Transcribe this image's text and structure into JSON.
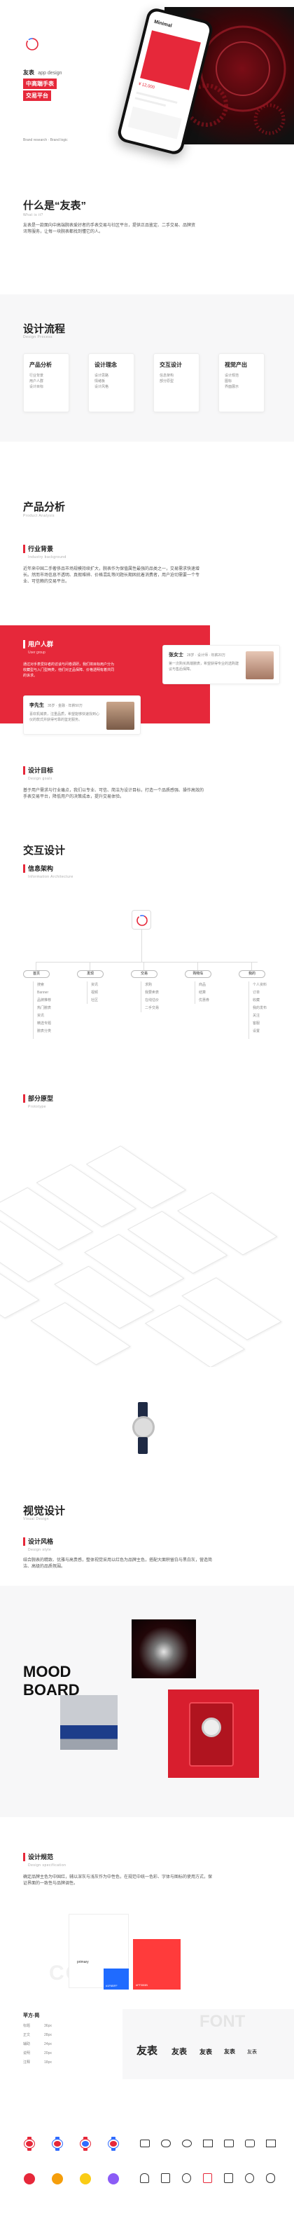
{
  "hero": {
    "title": "友表",
    "title_en": "app design",
    "tag1": "中高端手表",
    "tag2": "交易平台",
    "caption": "Brand research · Brand logic",
    "phone_title": "Minimal",
    "phone_price": "¥ 12,000"
  },
  "what": {
    "title": "什么是“友表”",
    "sub": "What is it?",
    "desc": "友表是一款面向中高端腕表爱好者的手表交易与社区平台，提供正品鉴定、二手交易、品牌资讯等服务，让每一块腕表都找到懂它的人。"
  },
  "process": {
    "title": "设计流程",
    "sub": "Design Process",
    "steps": [
      {
        "title": "产品分析",
        "items": [
          "行业背景",
          "用户人群",
          "设计目标"
        ]
      },
      {
        "title": "设计理念",
        "items": [
          "设计思路",
          "情绪板",
          "设计风格"
        ]
      },
      {
        "title": "交互设计",
        "items": [
          "信息架构",
          "部分原型"
        ]
      },
      {
        "title": "视觉产出",
        "items": [
          "设计规范",
          "图标",
          "界面展示"
        ]
      }
    ]
  },
  "analysis": {
    "title": "产品分析",
    "sub": "Product Analysis",
    "industry_title": "行业背景",
    "industry_sub": "Industry background",
    "industry_desc": "近年来中国二手奢侈品市场规模持续扩大，腕表作为保值属性最强的品类之一，交易需求快速增长。然而市场信息不透明、真假难辨、价格混乱等问题长期困扰着消费者，用户迫切需要一个专业、可信赖的交易平台。",
    "users_title": "用户人群",
    "users_sub": "User group",
    "user_desc": "通过对手表爱好者的访谈与问卷调研，我们将目标用户分为收藏型与入门型两类，他们对正品保障、价格透明有着共同的诉求。",
    "persona1": {
      "name": "李先生",
      "meta": "35岁 · 金融 · 年薪50万",
      "desc": "喜欢机械表，注重品质，希望能够快速找到心仪的款式并获得可靠的鉴定服务。"
    },
    "persona2": {
      "name": "张女士",
      "meta": "28岁 · 设计师 · 年薪20万",
      "desc": "第一次购买高端腕表，希望获得专业的选购建议与售后保障。"
    },
    "goal_title": "设计目标",
    "goal_sub": "Design goals",
    "goal_desc": "基于用户需求与行业痛点，我们以专业、可信、简洁为设计目标，打造一个品质感强、操作高效的手表交易平台，降低用户的决策成本，提升交易体验。"
  },
  "interaction": {
    "title": "交互设计",
    "ia_title": "信息架构",
    "ia_sub": "Information Architecture",
    "nav": [
      {
        "label": "首页",
        "items": [
          "搜索",
          "Banner",
          "品牌推荐",
          "热门腕表",
          "资讯",
          "精选专题",
          "腕表分类"
        ]
      },
      {
        "label": "发现",
        "items": [
          "资讯",
          "视频",
          "社区"
        ]
      },
      {
        "label": "交易",
        "items": [
          "求购",
          "我要卖表",
          "在线估价",
          "二手交易"
        ]
      },
      {
        "label": "购物车",
        "items": [
          "商品",
          "结算",
          "优惠券"
        ]
      },
      {
        "label": "我的",
        "items": [
          "个人资料",
          "订单",
          "收藏",
          "我的发布",
          "关注",
          "客服",
          "设置"
        ]
      }
    ],
    "proto_title": "部分原型",
    "proto_sub": "Prototype"
  },
  "visual": {
    "title": "视觉设计",
    "sub": "Visual Design",
    "style_title": "设计风格",
    "style_sub": "Design style",
    "style_desc": "结合腕表的精致、优雅与高贵感，整体视觉采用以红色为品牌主色，搭配大面积留白与黑白灰，营造简洁、高级的品质氛围。",
    "mood1": "MOOD",
    "mood2": "BOARD",
    "spec_title": "设计规范",
    "spec_sub": "Design specification",
    "spec_desc": "确定品牌主色为中国红，辅以深灰与浅灰作为中性色，在规范中统一色彩、字体与图标的使用方式，保证界面的一致性与品牌调性。",
    "color_word": "COLOR",
    "color1": "#1f6bff",
    "color1_label": "#1F6BFF",
    "color2": "#ff3b3b",
    "color2_label": "#FF3B3B",
    "primary_label": "primary",
    "font_word": "FONT",
    "font_family": "苹方-简",
    "font_rows": [
      {
        "label": "标题",
        "size": "36px"
      },
      {
        "label": "正文",
        "size": "28px"
      },
      {
        "label": "辅助",
        "size": "24px"
      },
      {
        "label": "说明",
        "size": "20px"
      },
      {
        "label": "注释",
        "size": "18px"
      }
    ],
    "font_samples": [
      "友表",
      "友表",
      "友表",
      "友表",
      "友表"
    ]
  },
  "icons": {
    "row1": [
      "icon-a",
      "icon-b",
      "icon-c",
      "icon-d",
      "icon-e",
      "icon-f"
    ],
    "colors": [
      "#e6283a",
      "#2f6bff",
      "#f5a623",
      "#8b5cf6",
      "#22c55e",
      "#e6283a"
    ]
  },
  "brand": {
    "accent": "#e6283a",
    "dark": "#1a1a1a"
  }
}
